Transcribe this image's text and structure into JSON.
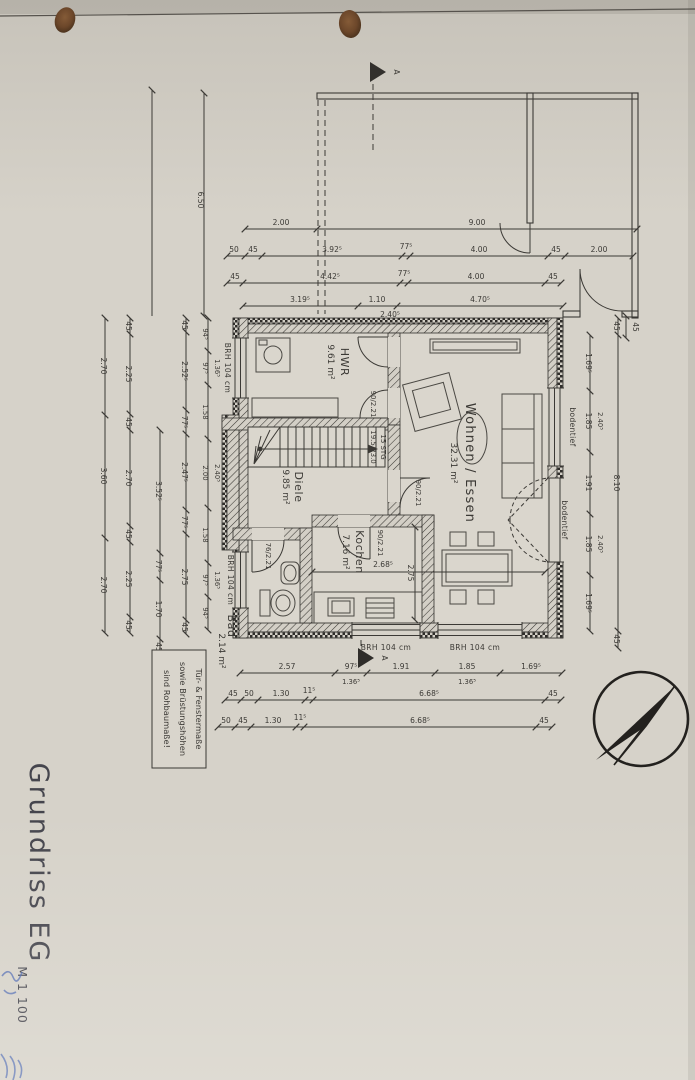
{
  "colors": {
    "paper": "#d6d2c9",
    "paper_dark": "#c3bfb6",
    "ink": "#3b3935",
    "title_ink": "#45454d",
    "hole_brown": "#6e4526",
    "pen_blue": "#4a66b0"
  },
  "title": {
    "text": "Grundriss EG",
    "scale": "M 1 100"
  },
  "note": {
    "lines": [
      "Tür- & Fenstermaße",
      "sowie Brüstungshöhen",
      "sind Rohbaumaße!"
    ]
  },
  "rooms": [
    {
      "name": "HWR",
      "area": "9.61 m²"
    },
    {
      "name": "Wohnen / Essen",
      "area": "32.31 m²"
    },
    {
      "name": "Diele",
      "area": "9.85 m²"
    },
    {
      "name": "Kochen",
      "area": "7.16 m²"
    },
    {
      "name": "Bad",
      "area": "2.14 m²"
    }
  ],
  "stair": {
    "line1": "15 STG",
    "line2": "19.5/23.0"
  },
  "windows": {
    "brh": "BRH 104 cm",
    "bodentief": "bodentief"
  },
  "doors": {
    "d90": "90/2.21",
    "d76": "76/2.21"
  },
  "section": {
    "letter": "A"
  },
  "inner_dims": {
    "kitchen": "2.68⁵",
    "essen": "2.75",
    "mini": "45"
  },
  "dims": {
    "t1": [
      "2.00",
      "9.00"
    ],
    "t2": [
      "50",
      "45",
      "3.92⁵",
      "77⁵",
      "4.00",
      "45",
      "2.00"
    ],
    "t3": [
      "45",
      "4.42⁵",
      "77⁵",
      "4.00",
      "45"
    ],
    "t4": [
      "3.19⁵",
      "1.10",
      "4.70⁵"
    ],
    "t4_sub": "2.40⁵",
    "l1": [
      "2.70",
      "3.60",
      "2.70"
    ],
    "l2": [
      "45",
      "2.25",
      "45",
      "2.70",
      "45",
      "2.25",
      "45"
    ],
    "l3": [
      "3.52⁵",
      "77⁵",
      "1.70",
      "45"
    ],
    "l4": [
      "45",
      "2.52⁵",
      "77⁵",
      "2.47⁵",
      "77⁵",
      "2.75",
      "45"
    ],
    "l5": [
      "94⁵",
      "97⁵",
      "1.58",
      "2.00",
      "1.58",
      "97⁵",
      "94⁵"
    ],
    "l5_sub": [
      "1.36⁵",
      "2.40⁵",
      "1.36⁵"
    ],
    "l6": "6.50",
    "r1": [
      "1.69⁵",
      "1.85",
      "1.91",
      "1.85",
      "1.69⁵"
    ],
    "r1_sub": [
      "2.40⁵",
      "2.40⁵"
    ],
    "r2": [
      "45",
      "8.10",
      "45"
    ],
    "b1": [
      "2.57",
      "97⁵",
      "1.91",
      "1.85",
      "1.69⁵"
    ],
    "b1_sub": [
      "1.36⁵",
      "1.36⁵"
    ],
    "b2": [
      "45",
      "50",
      "1.30",
      "11⁵",
      "6.68⁵",
      "45"
    ],
    "b3": [
      "50",
      "45",
      "1.30",
      "11⁵",
      "6.68⁵",
      "45"
    ]
  }
}
